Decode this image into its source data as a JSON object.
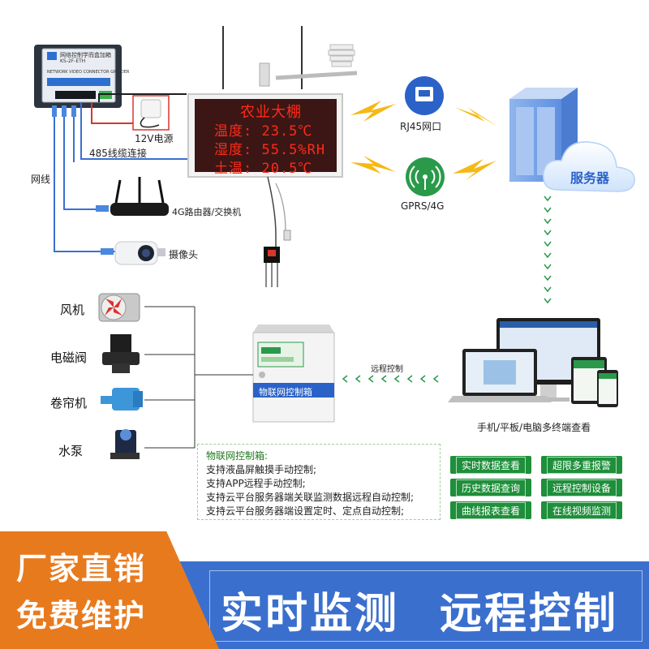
{
  "gateway": {
    "title": "网络控制学而盒加箱",
    "model": "KS-2F-ETH",
    "subtitle": "NETWORK VIDEO CONNECTOR GRIDDER"
  },
  "power_label": "12V电源",
  "cable_485_label": "485线缆连接",
  "network_cable_label": "网线",
  "router_label": "4G路由器/交换机",
  "camera_label": "摄像头",
  "led_board": {
    "title": "农业大棚",
    "lines": [
      "温度:  23.5℃",
      "湿度:  55.5%RH",
      "土温:  20.5℃"
    ]
  },
  "rj45_label": "RJ45网口",
  "gprs_label": "GPRS/4G",
  "server_label": "服务器",
  "devices": [
    "风机",
    "电磁阀",
    "卷帘机",
    "水泵"
  ],
  "iot_box_label": "物联网控制箱",
  "remote_control_label": "远程控制",
  "terminals_label": "手机/平板/电脑多终端查看",
  "features": {
    "title": "物联网控制箱:",
    "items": [
      "支持液晶屏触摸手动控制;",
      "支持APP远程手动控制;",
      "支持云平台服务器端关联监测数据远程自动控制;",
      "支持云平台服务器端设置定时、定点自动控制;"
    ]
  },
  "buttons": [
    "实时数据查看",
    "超限多重报警",
    "历史数据查询",
    "远程控制设备",
    "曲线报表查看",
    "在线视频监测"
  ],
  "banner": {
    "badge_line1": "厂家直销",
    "badge_line2": "免费维护",
    "main_left": "实时监测",
    "main_right": "远程控制"
  },
  "colors": {
    "accent_green": "#1e8f3a",
    "banner_blue": "#3a6fce",
    "badge_orange": "#e87a1e",
    "led_red": "#ff2a1a",
    "cable_blue": "#3b6fd1",
    "cable_red": "#d9362b"
  }
}
